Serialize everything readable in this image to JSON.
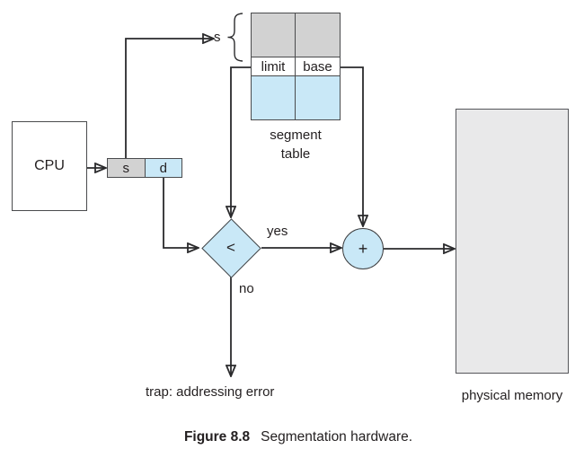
{
  "diagram": {
    "cpu_label": "CPU",
    "register": {
      "segment_field": "s",
      "offset_field": "d"
    },
    "segment_index_label": "s",
    "segment_table": {
      "limit_header": "limit",
      "base_header": "base",
      "caption": "segment\ntable"
    },
    "comparator": {
      "symbol": "<",
      "yes_label": "yes",
      "no_label": "no"
    },
    "adder_symbol": "+",
    "trap_label": "trap: addressing error",
    "physical_memory_label": "physical memory"
  },
  "figure_caption": {
    "number": "Figure 8.8",
    "title": "Segmentation hardware."
  },
  "colors": {
    "gray_fill": "#d2d2d2",
    "blue_fill": "#c9e8f7",
    "memory_fill": "#e9e9ea",
    "line": "#2a2a2c"
  }
}
